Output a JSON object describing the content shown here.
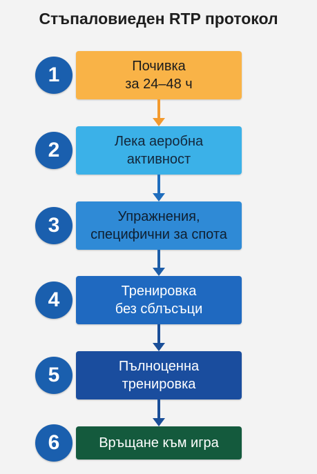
{
  "title": "Стъпаловиеден RTP протокол",
  "steps": [
    {
      "number": "1",
      "label": "Почивка\nза 24–48 ч",
      "box_color": "#f9b347",
      "text_color": "#1c1c1c",
      "circle_color": "#1a5fae",
      "arrow_color": "#f39a2e"
    },
    {
      "number": "2",
      "label": "Лека аеробна\nактивност",
      "box_color": "#3bb1e8",
      "text_color": "#13263a",
      "circle_color": "#1a5fae",
      "arrow_color": "#1f6dbd"
    },
    {
      "number": "3",
      "label": "Упражнения,\nспецифични за спота",
      "box_color": "#2f8ad6",
      "text_color": "#0f1f30",
      "circle_color": "#1a5fae",
      "arrow_color": "#1d5da8"
    },
    {
      "number": "4",
      "label": "Тренировка\nбез сблъсъци",
      "box_color": "#1f69c0",
      "text_color": "#ffffff",
      "circle_color": "#1a5fae",
      "arrow_color": "#1a4e98"
    },
    {
      "number": "5",
      "label": "Пълноценна\nтренировка",
      "box_color": "#1a4d9e",
      "text_color": "#ffffff",
      "circle_color": "#1a5fae",
      "arrow_color": "#1a4e98"
    },
    {
      "number": "6",
      "label": "Връщане към игра",
      "box_color": "#145a3d",
      "text_color": "#ffffff",
      "circle_color": "#1a5fae",
      "arrow_color": ""
    }
  ]
}
